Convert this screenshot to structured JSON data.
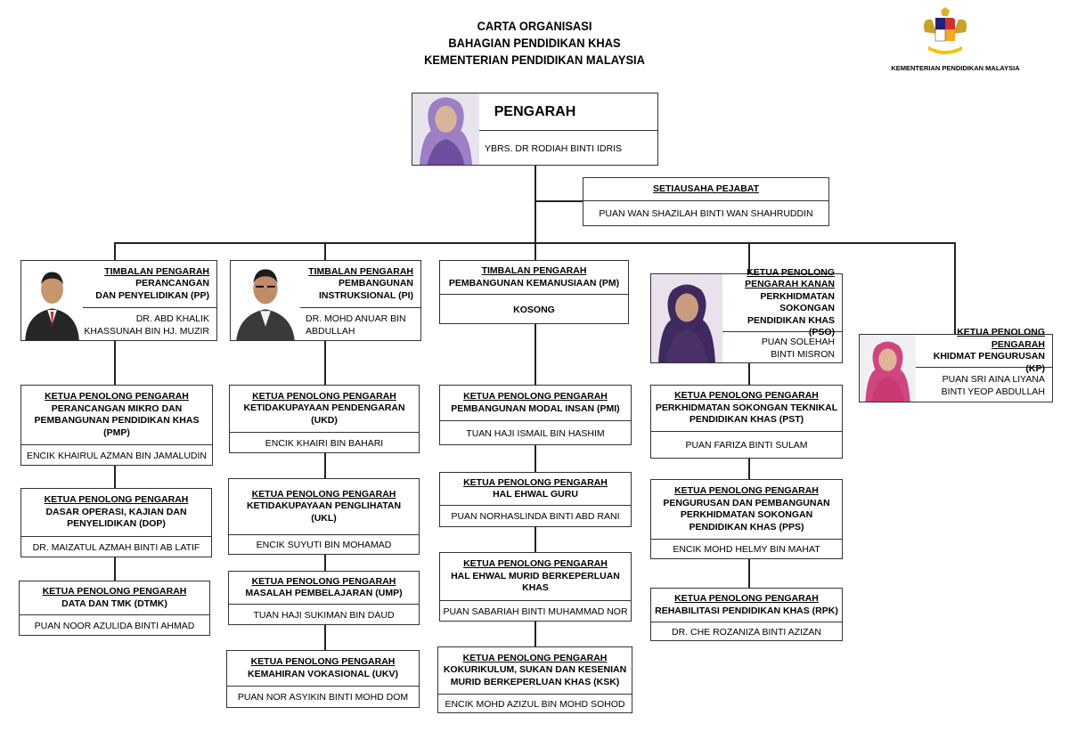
{
  "header": {
    "lines": [
      "CARTA ORGANISASI",
      "BAHAGIAN PENDIDIKAN KHAS",
      "KEMENTERIAN PENDIDIKAN MALAYSIA"
    ],
    "logo_text": "KEMENTERIAN PENDIDIKAN MALAYSIA"
  },
  "boxes": [
    {
      "id": "pengarah",
      "title": [
        "PENGARAH"
      ],
      "name": [
        "YBRS. DR RODIAH BINTI IDRIS"
      ],
      "photo": "hijab-purple"
    },
    {
      "id": "setiausaha",
      "title": [
        "SETIAUSAHA PEJABAT"
      ],
      "name": [
        "PUAN WAN SHAZILAH BINTI WAN SHAHRUDDIN"
      ]
    },
    {
      "id": "pp",
      "title": [
        "TIMBALAN PENGARAH",
        "PERANCANGAN",
        "DAN PENYELIDIKAN (PP)"
      ],
      "name": [
        "DR. ABD KHALIK",
        "KHASSUNAH BIN HJ. MUZIR"
      ],
      "photo": "suit-red-tie"
    },
    {
      "id": "pi",
      "title": [
        "TIMBALAN PENGARAH",
        "PEMBANGUNAN",
        "INSTRUKSIONAL (PI)"
      ],
      "name": [
        "DR. MOHD ANUAR BIN",
        "ABDULLAH"
      ],
      "photo": "suit-glasses"
    },
    {
      "id": "pm",
      "title": [
        "TIMBALAN PENGARAH",
        "PEMBANGUNAN KEMANUSIAAN (PM)"
      ],
      "name": [
        "KOSONG"
      ]
    },
    {
      "id": "pso",
      "title": [
        "KETUA PENOLONG",
        "PENGARAH KANAN",
        "PERKHIDMATAN SOKONGAN",
        "PENDIDIKAN KHAS (PSO)"
      ],
      "name": [
        "PUAN SOLEHAH",
        "BINTI MISRON"
      ],
      "photo": "hijab-dark-purple"
    },
    {
      "id": "kp",
      "title": [
        "KETUA PENOLONG PENGARAH",
        "KHIDMAT PENGURUSAN (KP)"
      ],
      "name": [
        "PUAN SRI AINA LIYANA",
        "BINTI YEOP ABDULLAH"
      ],
      "photo": "hijab-pink"
    },
    {
      "id": "pmp",
      "title": [
        "KETUA PENOLONG PENGARAH",
        "PERANCANGAN MIKRO DAN",
        "PEMBANGUNAN PENDIDIKAN KHAS",
        "(PMP)"
      ],
      "name": [
        "ENCIK KHAIRUL AZMAN BIN JAMALUDIN"
      ]
    },
    {
      "id": "dop",
      "title": [
        "KETUA PENOLONG PENGARAH",
        "DASAR OPERASI, KAJIAN DAN",
        "PENYELIDIKAN (DOP)"
      ],
      "name": [
        "DR. MAIZATUL AZMAH BINTI AB LATIF"
      ]
    },
    {
      "id": "dtmk",
      "title": [
        "KETUA PENOLONG PENGARAH",
        "DATA DAN TMK (DTMK)"
      ],
      "name": [
        "PUAN NOOR AZULIDA BINTI AHMAD"
      ]
    },
    {
      "id": "ukd",
      "title": [
        "KETUA PENOLONG PENGARAH",
        "KETIDAKUPAYAAN PENDENGARAN",
        "(UKD)"
      ],
      "name": [
        "ENCIK KHAIRI BIN BAHARI"
      ]
    },
    {
      "id": "ukl",
      "title": [
        "KETUA PENOLONG PENGARAH",
        "KETIDAKUPAYAAN  PENGLIHATAN",
        "(UKL)"
      ],
      "name": [
        "ENCIK SUYUTI BIN MOHAMAD"
      ]
    },
    {
      "id": "ump",
      "title": [
        "KETUA PENOLONG PENGARAH",
        "MASALAH PEMBELAJARAN (UMP)"
      ],
      "name": [
        "TUAN HAJI SUKIMAN BIN DAUD"
      ]
    },
    {
      "id": "ukv",
      "title": [
        "KETUA PENOLONG PENGARAH",
        "KEMAHIRAN VOKASIONAL  (UKV)"
      ],
      "name": [
        "PUAN NOR ASYIKIN BINTI MOHD DOM"
      ]
    },
    {
      "id": "pmi",
      "title": [
        "KETUA PENOLONG PENGARAH",
        "PEMBANGUNAN MODAL INSAN (PMI)"
      ],
      "name": [
        "TUAN HAJI ISMAIL BIN HASHIM"
      ]
    },
    {
      "id": "heg",
      "title": [
        "KETUA PENOLONG PENGARAH",
        "HAL EHWAL GURU"
      ],
      "name": [
        "PUAN NORHASLINDA BINTI ABD RANI"
      ]
    },
    {
      "id": "hem",
      "title": [
        "KETUA PENOLONG PENGARAH",
        "HAL EHWAL MURID BERKEPERLUAN",
        "KHAS"
      ],
      "name": [
        "PUAN SABARIAH BINTI MUHAMMAD NOR"
      ]
    },
    {
      "id": "ksk",
      "title": [
        "KETUA PENOLONG PENGARAH",
        "KOKURIKULUM, SUKAN DAN KESENIAN",
        "MURID BERKEPERLUAN KHAS (KSK)"
      ],
      "name": [
        "ENCIK MOHD AZIZUL BIN MOHD SOHOD"
      ]
    },
    {
      "id": "pst",
      "title": [
        "KETUA PENOLONG PENGARAH",
        "PERKHIDMATAN SOKONGAN TEKNIKAL",
        "PENDIDIKAN KHAS (PST)"
      ],
      "name": [
        "PUAN FARIZA BINTI SULAM"
      ]
    },
    {
      "id": "pps",
      "title": [
        "KETUA PENOLONG PENGARAH",
        "PENGURUSAN DAN PEMBANGUNAN",
        "PERKHIDMATAN SOKONGAN",
        "PENDIDIKAN KHAS (PPS)"
      ],
      "name": [
        "ENCIK MOHD HELMY BIN MAHAT"
      ]
    },
    {
      "id": "rpk",
      "title": [
        "KETUA PENOLONG PENGARAH",
        "REHABILITASI PENDIDIKAN KHAS (RPK)"
      ],
      "name": [
        "DR. CHE ROZANIZA BINTI AZIZAN"
      ]
    }
  ]
}
